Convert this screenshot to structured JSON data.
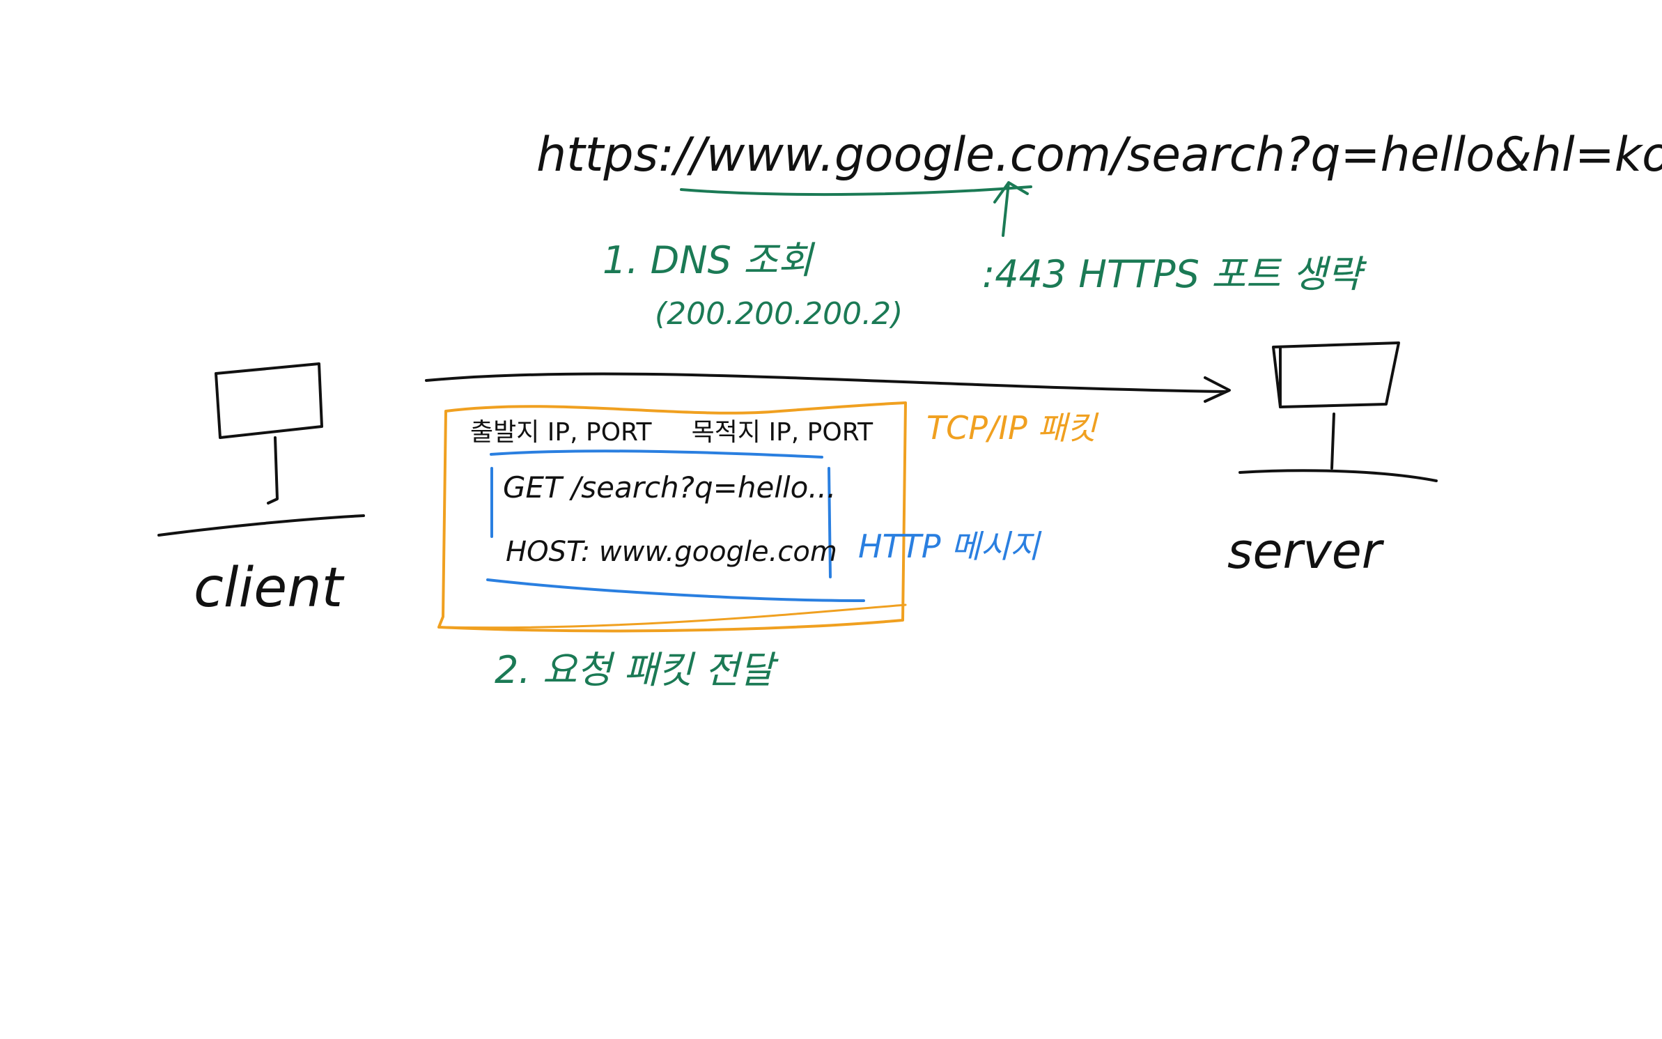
{
  "colors": {
    "ink": "#111111",
    "green": "#1b7a55",
    "orange": "#f0a020",
    "blue": "#2a7fe0"
  },
  "url": "https://www.google.com/search?q=hello&hl=ko",
  "steps": {
    "dns_label": "1. DNS 조회",
    "dns_ip": "(200.200.200.2)",
    "port_label": ":443 HTTPS 포트 생략",
    "send_label": "2. 요청 패킷 전달"
  },
  "nodes": {
    "client": "client",
    "server": "server"
  },
  "packet": {
    "tcp_header": "출발지 IP, PORT     목적지 IP, PORT",
    "tcp_label": "TCP/IP 패킷",
    "http_line1": "GET /search?q=hello...",
    "http_line2": "HOST: www.google.com",
    "http_label": "HTTP 메시지"
  }
}
